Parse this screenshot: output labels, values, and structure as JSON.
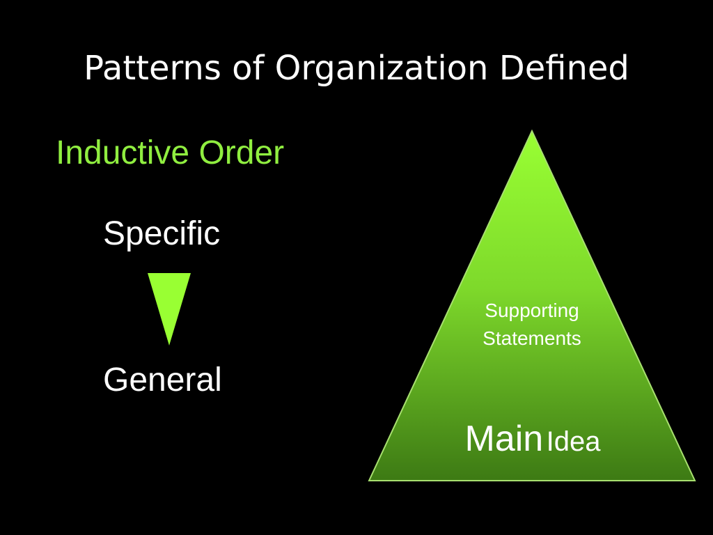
{
  "slide": {
    "title": "Patterns of Organization Defined",
    "subtitle": "Inductive Order",
    "top_label": "Specific",
    "bottom_label": "General",
    "pyramid": {
      "upper_text_line1": "Supporting",
      "upper_text_line2": "Statements",
      "base_text_word1": "Main",
      "base_text_word2": "Idea"
    }
  },
  "colors": {
    "background": "#000000",
    "accent_green": "#90ee40",
    "pyramid_top": "#99ff33",
    "pyramid_bottom": "#3d7a14",
    "text": "#ffffff"
  }
}
